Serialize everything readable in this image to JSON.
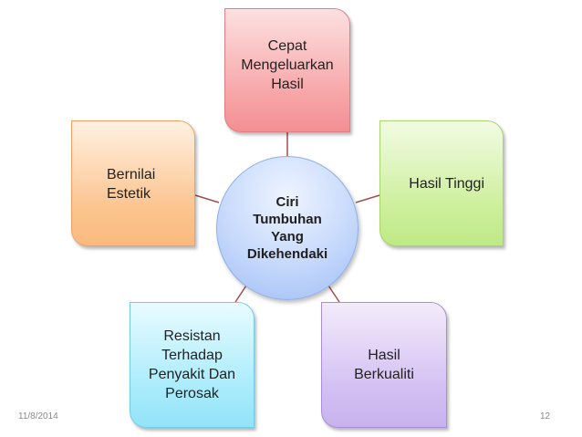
{
  "center": {
    "label": "Ciri\nTumbuhan\nYang\nDikehendaki"
  },
  "nodes": {
    "top": "Cepat\nMengeluarkan\nHasil",
    "right": "Hasil Tinggi",
    "bottom_right": "Hasil\nBerkualiti",
    "bottom_left": "Resistan\nTerhadap\nPenyakit Dan\nPerosak",
    "left": "Bernilai\nEstetik"
  },
  "footer": {
    "date": "11/8/2014",
    "page": "12"
  },
  "colors": {
    "connector": "#a84b4b",
    "top": "#f7a5a8",
    "right": "#ccef9b",
    "bottom_right": "#d3bff2",
    "bottom_left": "#a8ebfb",
    "left": "#fcc48f",
    "center": "#c6d9fb"
  }
}
